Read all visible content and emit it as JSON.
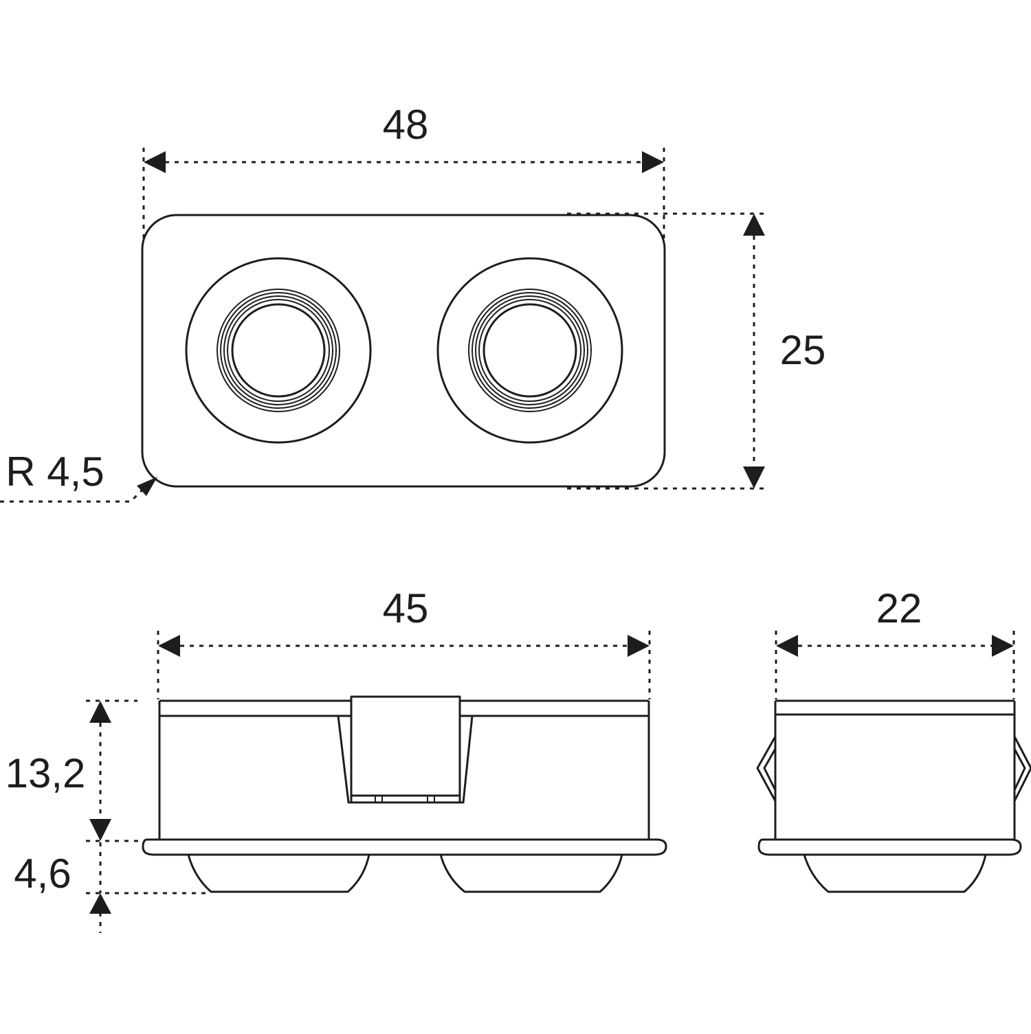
{
  "diagram": {
    "top_view": {
      "width_label": "48",
      "height_label": "25",
      "radius_label": "R 4,5"
    },
    "front_view": {
      "width_label": "45",
      "body_height_label": "13,2",
      "lens_height_label": "4,6"
    },
    "side_view": {
      "width_label": "22"
    },
    "colors": {
      "line": "#1d1d1b",
      "background": "#ffffff"
    }
  }
}
